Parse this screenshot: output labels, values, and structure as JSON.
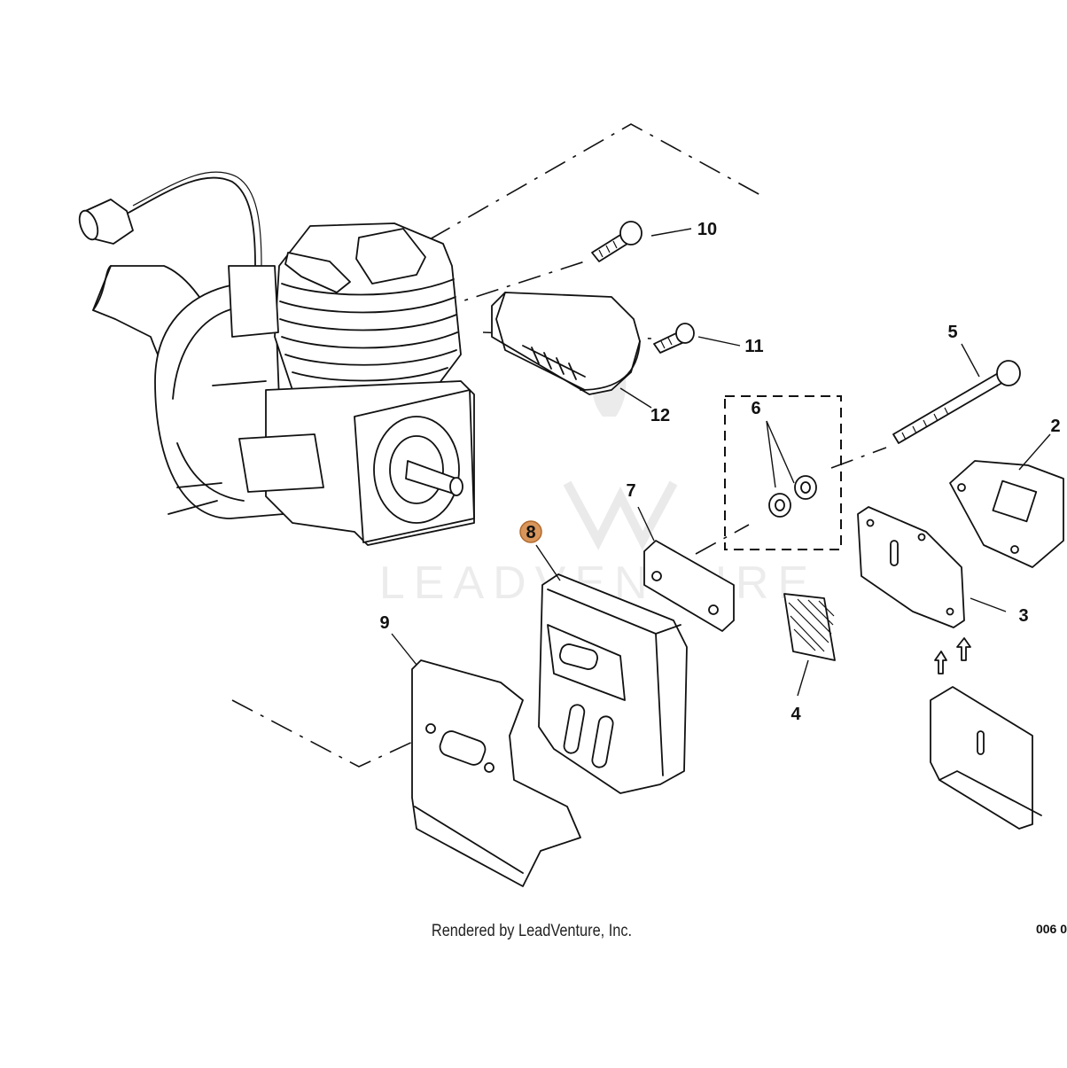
{
  "diagram": {
    "callouts": [
      "10",
      "11",
      "12",
      "5",
      "6",
      "2",
      "7",
      "8",
      "9",
      "3",
      "4"
    ],
    "highlight": {
      "label": "8",
      "color": "#d9955a"
    },
    "watermark": "LEADVENTURE",
    "diagram_code": "006 0",
    "footer": "Rendered by LeadVenture, Inc."
  }
}
